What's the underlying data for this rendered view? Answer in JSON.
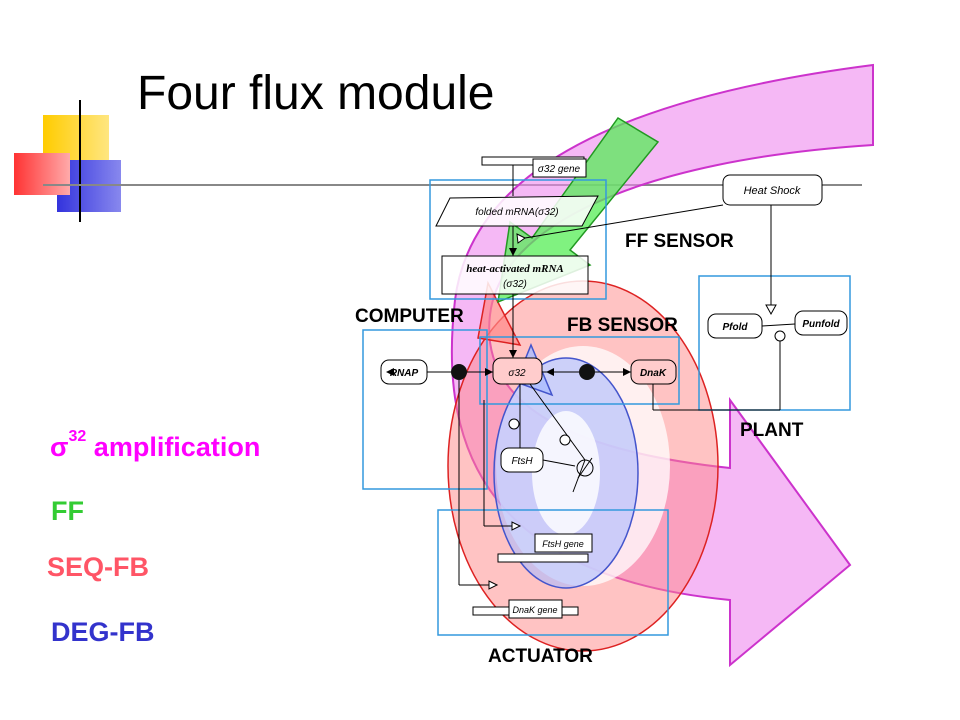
{
  "slide": {
    "title": "Four flux module",
    "legend": {
      "amplification_symbol": "σ",
      "amplification_superscript": "32",
      "amplification_word": "amplification",
      "ff": "FF",
      "seq_fb": "SEQ-FB",
      "deg_fb": "DEG-FB"
    },
    "colors": {
      "amplification": "#ff00ff",
      "ff": "#33cc33",
      "seq_fb": "#ff5566",
      "deg_fb": "#3333cc"
    }
  },
  "diagram": {
    "module_labels": {
      "ff_sensor": "FF SENSOR",
      "fb_sensor": "FB SENSOR",
      "computer": "COMPUTER",
      "plant": "PLANT",
      "actuator": "ACTUATOR"
    },
    "nodes": {
      "sigma32_gene": "σ32 gene",
      "folded_mrna": "folded mRNA(σ32)",
      "heat_activated_mrna_line1": "heat-activated mRNA",
      "heat_activated_mrna_line2": "(σ32)",
      "heat_shock": "Heat Shock",
      "pfold": "Pfold",
      "punfold": "Punfold",
      "rnap": "RNAP",
      "sigma32": "σ32",
      "dnak": "DnaK",
      "ftsh": "FtsH",
      "ftsh_gene": "FtsH gene",
      "dnak_gene": "DnaK gene"
    }
  }
}
